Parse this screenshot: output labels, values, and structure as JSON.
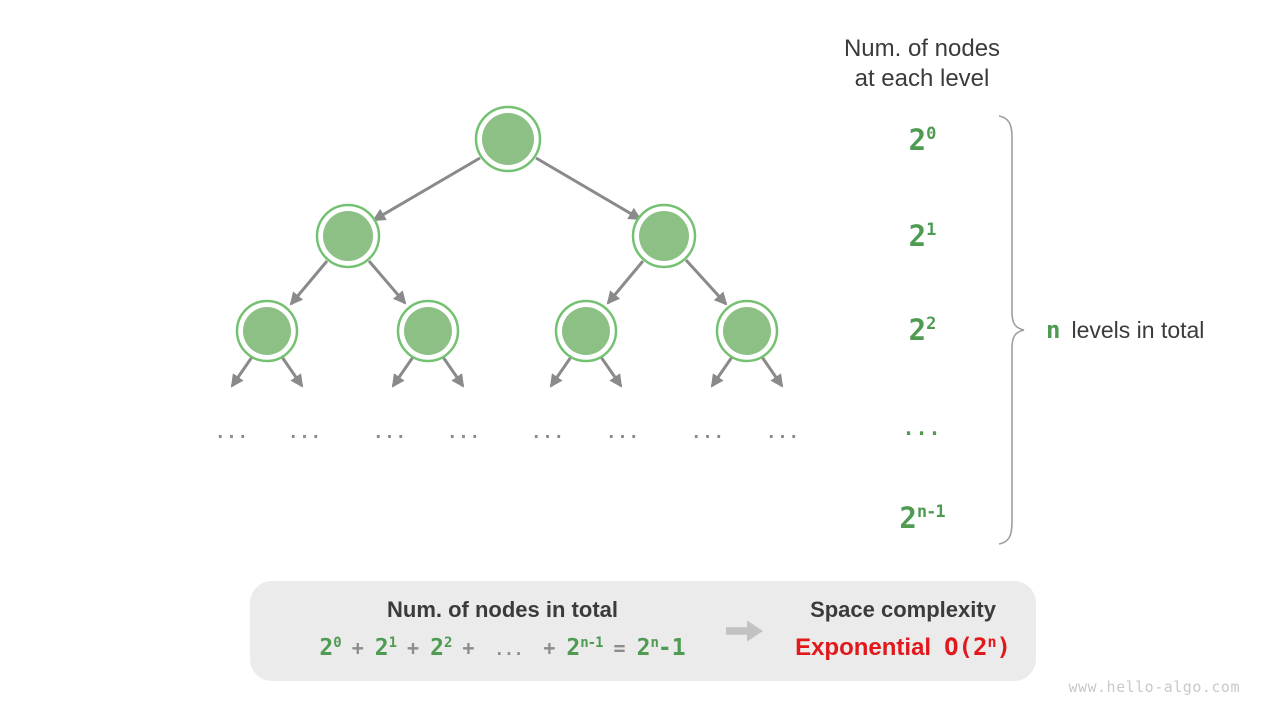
{
  "colors": {
    "node-fill": "#8CC084",
    "node-ring": "#74C172",
    "edge": "#8A8A8A",
    "green-text": "#4F9B52",
    "dark-text": "#3B3B3B",
    "gray-text": "#8C8C8C",
    "box-bg": "#EBEBEB",
    "red-text": "#E2191C",
    "arrow-icon": "#C2C2C2",
    "brace": "#9E9E9E",
    "watermark": "#C9C9C9"
  },
  "header": {
    "line1": "Num. of nodes",
    "line2": "at each level"
  },
  "level_labels": [
    {
      "base": "2",
      "exp": "0"
    },
    {
      "base": "2",
      "exp": "1"
    },
    {
      "base": "2",
      "exp": "2"
    },
    {
      "dots": "..."
    },
    {
      "base": "2",
      "exp": "n-1"
    }
  ],
  "brace_note": {
    "n": "n",
    "text": "levels in total"
  },
  "tree": {
    "ellipsis": "..."
  },
  "summary": {
    "left_title": "Num. of nodes in total",
    "formula": {
      "t1b": "2",
      "t1e": "0",
      "p1": "+",
      "t2b": "2",
      "t2e": "1",
      "p2": "+",
      "t3b": "2",
      "t3e": "2",
      "p3": "+",
      "dots": "...",
      "p4": "+",
      "t4b": "2",
      "t4e": "n-1",
      "eq": "=",
      "rb": "2",
      "re": "n",
      "rt": "-1"
    },
    "right_title": "Space complexity",
    "complexity": {
      "name": "Exponential",
      "o_open": "O(",
      "base": "2",
      "exp": "n",
      "o_close": ")"
    }
  },
  "watermark": "www.hello-algo.com"
}
